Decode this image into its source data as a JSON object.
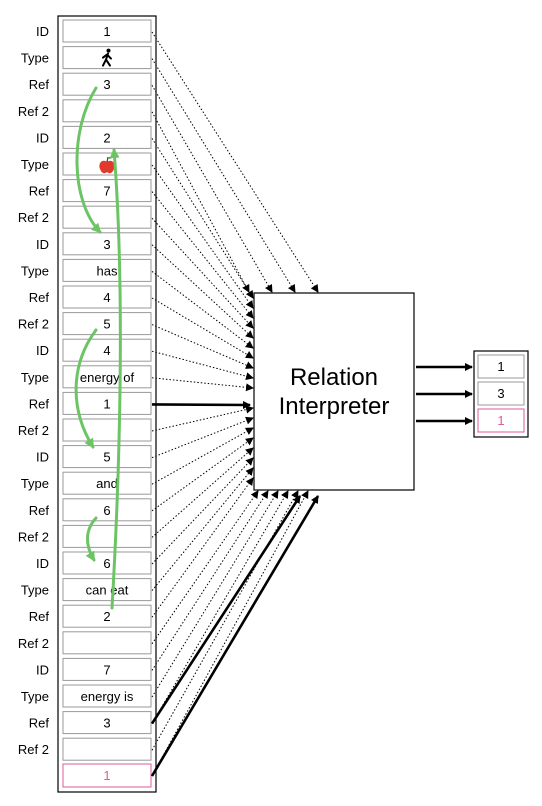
{
  "memory_rows": [
    {
      "label": "ID",
      "value": "1"
    },
    {
      "label": "Type",
      "value": "",
      "icon": "walking-person-icon"
    },
    {
      "label": "Ref",
      "value": "3"
    },
    {
      "label": "Ref 2",
      "value": ""
    },
    {
      "label": "ID",
      "value": "2"
    },
    {
      "label": "Type",
      "value": "",
      "icon": "apple-icon"
    },
    {
      "label": "Ref",
      "value": "7"
    },
    {
      "label": "Ref 2",
      "value": ""
    },
    {
      "label": "ID",
      "value": "3"
    },
    {
      "label": "Type",
      "value": "has"
    },
    {
      "label": "Ref",
      "value": "4"
    },
    {
      "label": "Ref 2",
      "value": "5"
    },
    {
      "label": "ID",
      "value": "4"
    },
    {
      "label": "Type",
      "value": "energy of"
    },
    {
      "label": "Ref",
      "value": "1"
    },
    {
      "label": "Ref 2",
      "value": ""
    },
    {
      "label": "ID",
      "value": "5"
    },
    {
      "label": "Type",
      "value": "and"
    },
    {
      "label": "Ref",
      "value": "6"
    },
    {
      "label": "Ref 2",
      "value": ""
    },
    {
      "label": "ID",
      "value": "6"
    },
    {
      "label": "Type",
      "value": "can eat"
    },
    {
      "label": "Ref",
      "value": "2"
    },
    {
      "label": "Ref 2",
      "value": ""
    },
    {
      "label": "ID",
      "value": "7"
    },
    {
      "label": "Type",
      "value": "energy is"
    },
    {
      "label": "Ref",
      "value": "3"
    },
    {
      "label": "Ref 2",
      "value": ""
    }
  ],
  "last_cell": {
    "value": "1",
    "color": "#e05a9c"
  },
  "interpreter": {
    "line1": "Relation",
    "line2": "Interpreter"
  },
  "outputs": [
    {
      "value": "3"
    },
    {
      "value": "1"
    },
    {
      "value": "3"
    }
  ],
  "output_values": [
    "1",
    "3",
    "1"
  ],
  "output_last_color": "#e05a9c",
  "arrow_color": "#000000",
  "link_color": "#6cc465",
  "apple_color": "#e03a2f"
}
